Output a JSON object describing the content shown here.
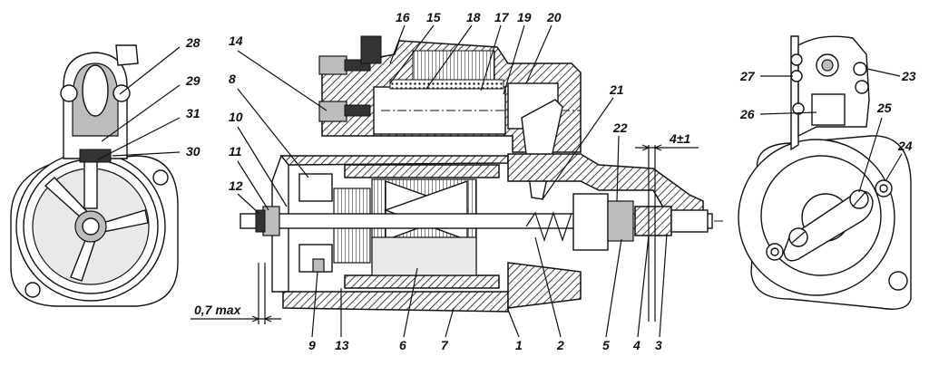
{
  "labels": {
    "l1": "1",
    "l2": "2",
    "l3": "3",
    "l4": "4",
    "l5": "5",
    "l6": "6",
    "l7": "7",
    "l8": "8",
    "l9": "9",
    "l10": "10",
    "l11": "11",
    "l12": "12",
    "l13": "13",
    "l14": "14",
    "l15": "15",
    "l16": "16",
    "l17": "17",
    "l18": "18",
    "l19": "19",
    "l20": "20",
    "l21": "21",
    "l22": "22",
    "l23": "23",
    "l24": "24",
    "l25": "25",
    "l26": "26",
    "l27": "27",
    "l28": "28",
    "l29": "29",
    "l30": "30",
    "l31": "31"
  },
  "dimensions": {
    "gap_max": "0,7 max",
    "clearance": "4±1"
  }
}
